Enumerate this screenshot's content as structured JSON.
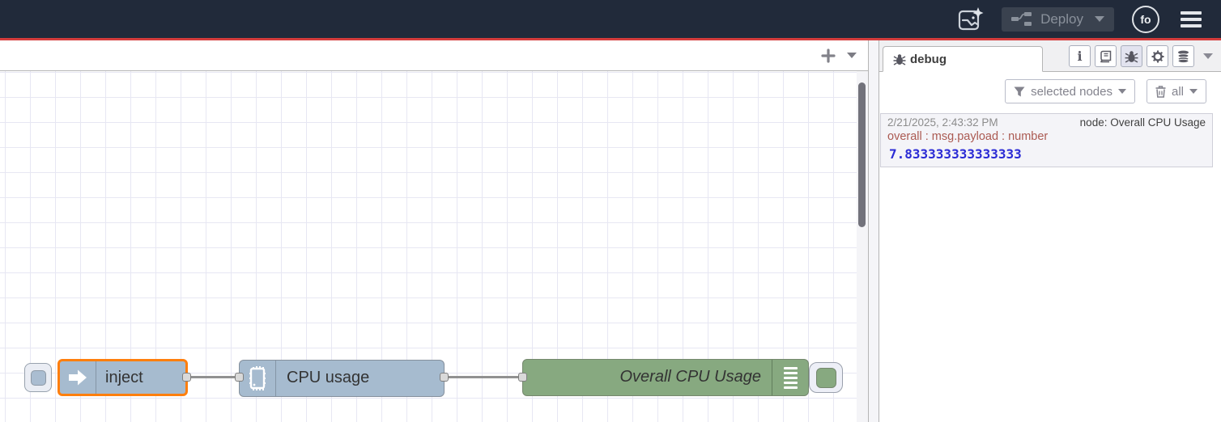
{
  "header": {
    "deploy_label": "Deploy",
    "avatar_initials": "fo",
    "icons": [
      "flow-assistant-icon",
      "deploy-nodes-icon",
      "menu-hamburger-icon"
    ]
  },
  "workspace": {
    "tabbar": {
      "add_flow_icon": "plus-icon",
      "tab_menu_icon": "chevron-down-icon"
    },
    "nodes": [
      {
        "label": "inject",
        "type": "inject",
        "color": "#a6bbcf",
        "selected": true,
        "icon": "inject-arrow-icon"
      },
      {
        "label": "CPU usage",
        "type": "cpu",
        "color": "#a6bbcf",
        "selected": false,
        "icon": "cpu-chip-icon"
      },
      {
        "label": "Overall CPU Usage",
        "type": "debug",
        "color": "#87a980",
        "selected": false,
        "icon": "debug-lines-icon",
        "enabled": true
      }
    ],
    "wires": [
      {
        "from": "inject",
        "to": "CPU usage"
      },
      {
        "from": "CPU usage",
        "to": "Overall CPU Usage"
      }
    ],
    "selection_color": "#ff7f0e",
    "wire_color": "#919191"
  },
  "sidebar": {
    "tab_label": "debug",
    "toolbar_icons": [
      "info-icon",
      "book-icon",
      "bug-icon",
      "gear-icon",
      "context-data-icon"
    ],
    "active_tool": "bug-icon",
    "filter_button_label": "selected nodes",
    "clear_button_label": "all",
    "messages": [
      {
        "timestamp": "2/21/2025, 2:43:32 PM",
        "node_ref": "node: Overall CPU Usage",
        "property": "overall : msg.payload : number",
        "value": "7.833333333333333",
        "value_color": "#2b2bd5",
        "property_color": "#ab5a52"
      }
    ]
  },
  "colors": {
    "header_bg": "#212a3a",
    "header_accent_line": "#d43c3c",
    "node_slate": "#a6bbcf",
    "node_green": "#87a980",
    "selection_orange": "#ff7f0e",
    "grid_line": "#e7e7f3"
  }
}
